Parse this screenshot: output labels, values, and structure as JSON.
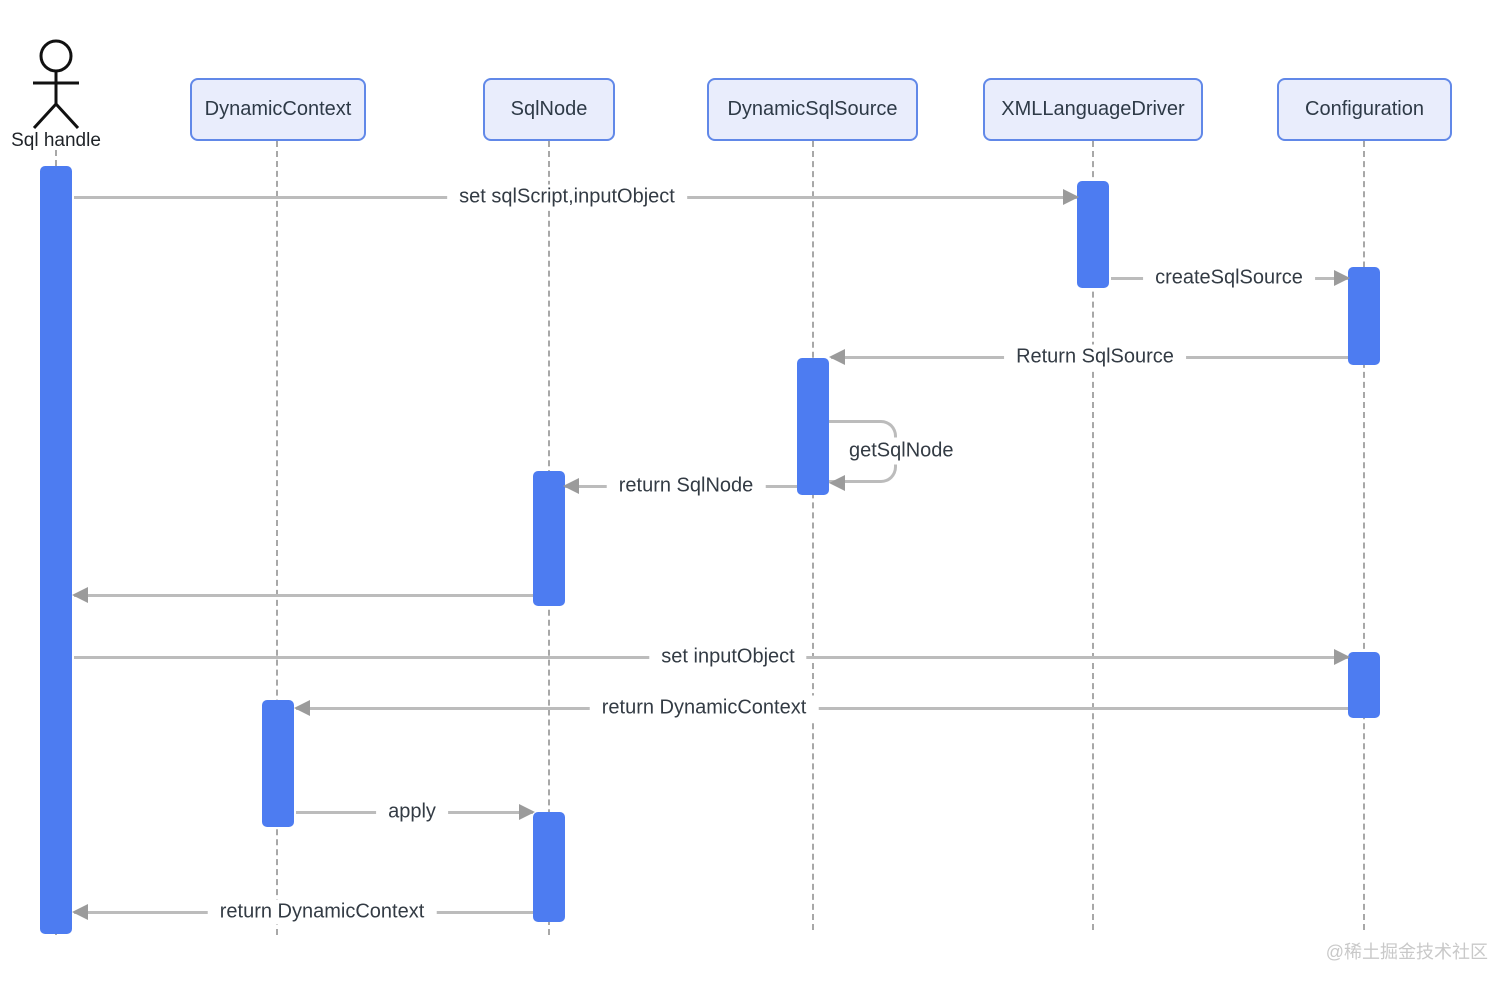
{
  "diagram": {
    "type": "sequence",
    "actor": {
      "label": "Sql handle"
    },
    "participants": [
      {
        "label": "DynamicContext"
      },
      {
        "label": "SqlNode"
      },
      {
        "label": "DynamicSqlSource"
      },
      {
        "label": "XMLLanguageDriver"
      },
      {
        "label": "Configuration"
      }
    ],
    "messages": [
      {
        "label": "set sqlScript,inputObject",
        "from": "Sql handle",
        "to": "XMLLanguageDriver",
        "kind": "call"
      },
      {
        "label": "createSqlSource",
        "from": "XMLLanguageDriver",
        "to": "Configuration",
        "kind": "call"
      },
      {
        "label": "Return SqlSource",
        "from": "Configuration",
        "to": "DynamicSqlSource",
        "kind": "return"
      },
      {
        "label": "getSqlNode",
        "from": "DynamicSqlSource",
        "to": "DynamicSqlSource",
        "kind": "self"
      },
      {
        "label": "return SqlNode",
        "from": "DynamicSqlSource",
        "to": "SqlNode",
        "kind": "return"
      },
      {
        "label": "",
        "from": "SqlNode",
        "to": "Sql handle",
        "kind": "return"
      },
      {
        "label": "set inputObject",
        "from": "Sql handle",
        "to": "Configuration",
        "kind": "call"
      },
      {
        "label": "return DynamicContext",
        "from": "Configuration",
        "to": "DynamicContext",
        "kind": "return"
      },
      {
        "label": "apply",
        "from": "DynamicContext",
        "to": "SqlNode",
        "kind": "call"
      },
      {
        "label": "return DynamicContext",
        "from": "SqlNode",
        "to": "Sql handle",
        "kind": "return"
      }
    ],
    "watermark": "@稀土掘金技术社区",
    "colors": {
      "activation": "#4d7cf1",
      "participant_fill": "#e9edfc",
      "participant_border": "#6188e8",
      "message_line": "#bcbcbc",
      "arrowhead": "#9b9b9b",
      "lifeline": "#a8a8a8",
      "text": "#333b44",
      "watermark": "#c9c9c9"
    }
  }
}
